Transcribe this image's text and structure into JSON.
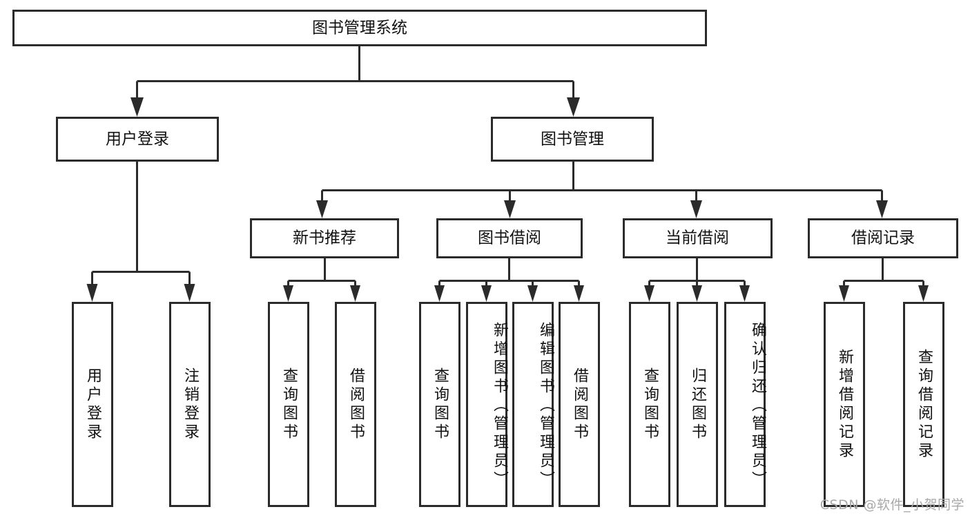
{
  "diagram": {
    "title": "图书管理系统",
    "type": "tree-hierarchy-chart",
    "watermark": "CSDN @软件_小贺同学",
    "colors": {
      "stroke": "#2b2b2b",
      "fill": "#ffffff",
      "text": "#111111",
      "watermark": "#a8a8a8",
      "background": "#ffffff"
    },
    "levels": {
      "root": {
        "label": "图书管理系统"
      },
      "level2": [
        {
          "id": "user-login",
          "label": "用户登录"
        },
        {
          "id": "book-management",
          "label": "图书管理"
        }
      ],
      "level3": [
        {
          "id": "new-book-recommend",
          "label": "新书推荐"
        },
        {
          "id": "book-borrow",
          "label": "图书借阅"
        },
        {
          "id": "current-borrow",
          "label": "当前借阅"
        },
        {
          "id": "borrow-record",
          "label": "借阅记录"
        }
      ],
      "leaves": {
        "user_login": [
          {
            "id": "leaf-user-login",
            "label": "用户登录"
          },
          {
            "id": "leaf-logout-login",
            "label": "注销登录"
          }
        ],
        "new_book_recommend": [
          {
            "id": "leaf-query-book-1",
            "label": "查询图书"
          },
          {
            "id": "leaf-borrow-book-1",
            "label": "借阅图书"
          }
        ],
        "book_borrow": [
          {
            "id": "leaf-query-book-2",
            "label": "查询图书"
          },
          {
            "id": "leaf-add-book-admin",
            "label": "新增图书（管理员）"
          },
          {
            "id": "leaf-edit-book-admin",
            "label": "编辑图书（管理员）"
          },
          {
            "id": "leaf-borrow-book-2",
            "label": "借阅图书"
          }
        ],
        "current_borrow": [
          {
            "id": "leaf-query-book-3",
            "label": "查询图书"
          },
          {
            "id": "leaf-return-book",
            "label": "归还图书"
          },
          {
            "id": "leaf-confirm-return-admin",
            "label": "确认归还（管理员）"
          }
        ],
        "borrow_record": [
          {
            "id": "leaf-add-borrow-record",
            "label": "新增借阅记录"
          },
          {
            "id": "leaf-query-borrow-record",
            "label": "查询借阅记录"
          }
        ]
      }
    }
  }
}
